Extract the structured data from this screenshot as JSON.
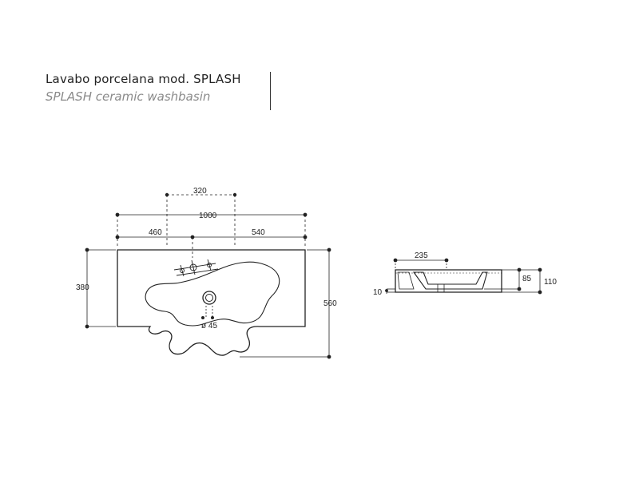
{
  "title": {
    "main": "Lavabo porcelana mod. SPLASH",
    "sub": "SPLASH ceramic washbasin"
  },
  "drawing": {
    "top_view": {
      "dim_320": "320",
      "dim_1000": "1000",
      "dim_460": "460",
      "dim_540": "540",
      "dim_380": "380",
      "dim_560": "560",
      "dim_drain": "ø 45"
    },
    "side_view": {
      "dim_235": "235",
      "dim_85": "85",
      "dim_110": "110",
      "dim_10": "10"
    }
  }
}
